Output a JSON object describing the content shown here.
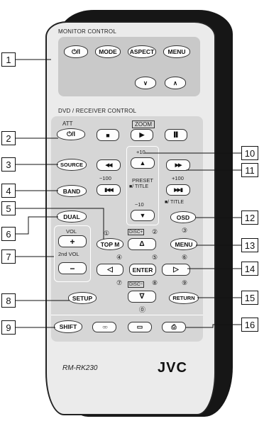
{
  "sections": {
    "monitor": "MONITOR CONTROL",
    "dvd": "DVD / RECEIVER CONTROL"
  },
  "monitor_buttons": {
    "power": "⏻/I",
    "mode": "MODE",
    "aspect": "ASPECT",
    "menu": "MENU",
    "down": "∨",
    "up": "∧"
  },
  "labels": {
    "att": "ATT",
    "zoom": "ZOOM",
    "vol": "VOL",
    "vol2": "2nd VOL",
    "preset": "PRESET",
    "title": "■/ TITLE",
    "title2": "■/ TITLE",
    "enter": "ENTER",
    "disc_plus": "DISC+",
    "disc_minus": "DISC−"
  },
  "buttons": {
    "power": "⏻/I",
    "source": "SOURCE",
    "band": "BAND",
    "dual": "DUAL",
    "vol_up": "+",
    "vol_down": "−",
    "setup": "SETUP",
    "shift": "SHIFT",
    "stop": "■",
    "play": "▶",
    "pause": "▌▌",
    "rew": "◀◀",
    "ff": "▶▶",
    "prev": "▮◀◀",
    "next": "▶▶▮",
    "up": "▲",
    "down": "▼",
    "plus10": "+10",
    "minus10": "−10",
    "minus100": "−100",
    "plus100": "+100",
    "top_m": "TOP M",
    "osd": "OSD",
    "menu": "MENU",
    "return": "RETURN",
    "cursor_up": "Δ",
    "cursor_down": "∇",
    "cursor_left": "◁",
    "cursor_right": "▷",
    "audio": "○○",
    "subtitle": "▭",
    "angle": "⎙"
  },
  "numbers": {
    "n1": "①",
    "n2": "②",
    "n3": "③",
    "n4": "④",
    "n5": "⑤",
    "n6": "⑥",
    "n7": "⑦",
    "n8": "⑧",
    "n9": "⑨",
    "n0": "⓪"
  },
  "callouts": [
    "1",
    "2",
    "3",
    "4",
    "5",
    "6",
    "7",
    "8",
    "9",
    "10",
    "11",
    "12",
    "13",
    "14",
    "15",
    "16"
  ],
  "model": "RM-RK230",
  "brand": "JVC"
}
